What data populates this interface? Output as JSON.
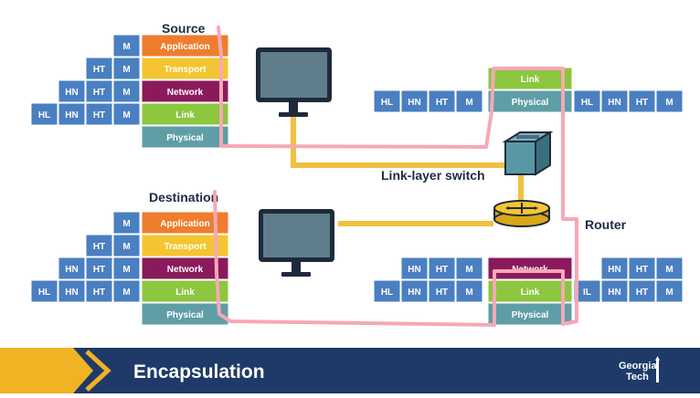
{
  "headings": {
    "source": "Source",
    "destination": "Destination",
    "switch": "Link-layer switch",
    "router": "Router"
  },
  "layers": {
    "application": "Application",
    "transport": "Transport",
    "network": "Network",
    "link": "Link",
    "physical": "Physical"
  },
  "headers": {
    "m": "M",
    "ht": "HT",
    "hn": "HN",
    "hl": "HL",
    "router_cut_hl": "IL"
  },
  "footer": {
    "title": "Encapsulation",
    "logo_line1": "Georgia",
    "logo_line2": "Tech"
  },
  "colors": {
    "application": "#ee7d2e",
    "transport": "#f4c531",
    "network": "#8b1a5c",
    "link": "#8dc63f",
    "physical": "#5f9ea6",
    "header_box": "#4a7fc1",
    "path": "#f6a8b6",
    "cable": "#f0c040",
    "footer_bg": "#1f3a68",
    "footer_accent": "#f0b323"
  }
}
